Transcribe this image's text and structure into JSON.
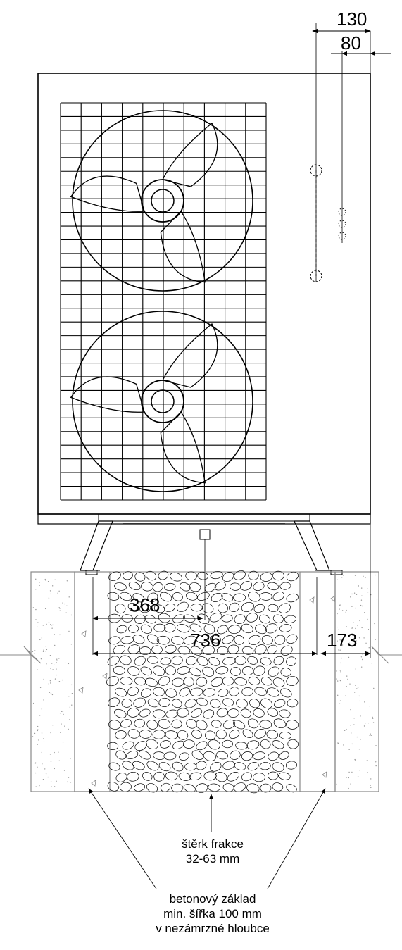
{
  "dimensions": {
    "top_offset": "130",
    "top_inner_offset": "80",
    "half_width": "368",
    "full_width": "736",
    "side_offset": "173"
  },
  "labels": {
    "gravel_line1": "štěrk frakce",
    "gravel_line2": "32-63 mm",
    "foundation_line1": "betonový základ",
    "foundation_line2": "min. šířka 100 mm",
    "foundation_line3": "v nezámrzné hloubce"
  },
  "colors": {
    "line": "#000000",
    "concrete": "#888888",
    "background": "#ffffff"
  }
}
